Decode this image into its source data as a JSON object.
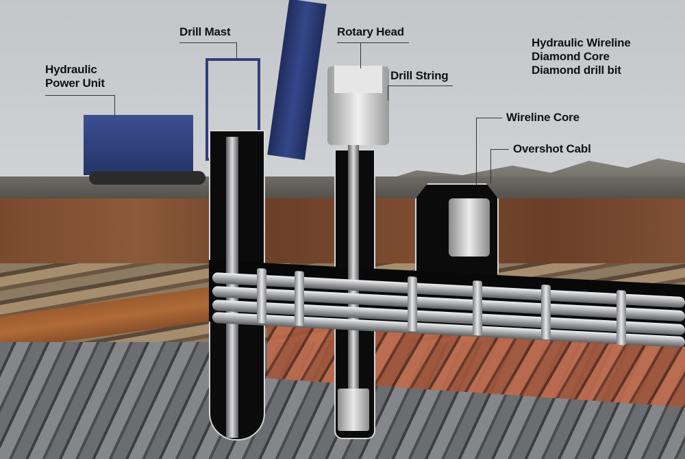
{
  "diagram": {
    "subject": "Hydraulic wireline diamond core drilling rig cutaway illustration",
    "title_block": [
      "Hydraulic Wireline",
      "Diamond Core",
      "Diamond drill bit"
    ],
    "labels": [
      {
        "id": "hydraulic-power-unit",
        "lines": [
          "Hydraulic",
          "Power Unit"
        ]
      },
      {
        "id": "drill-mast",
        "lines": [
          "Drill Mast"
        ]
      },
      {
        "id": "rotary-head",
        "lines": [
          "Rotary Head"
        ]
      },
      {
        "id": "drill-string",
        "lines": [
          "Drill String"
        ]
      },
      {
        "id": "wireline-core",
        "lines": [
          "Wireline Core"
        ]
      },
      {
        "id": "overshot-cable",
        "lines": [
          "Overshot Cabl"
        ]
      }
    ],
    "colors": {
      "sky": "#c9cbcd",
      "rig_blue": "#2f3f7a",
      "soil": "#7a4a2f",
      "bedrock": "#6c6d70",
      "red_rock": "#a3553a",
      "steel": "#d8d8d8",
      "label_text": "#111111"
    }
  }
}
